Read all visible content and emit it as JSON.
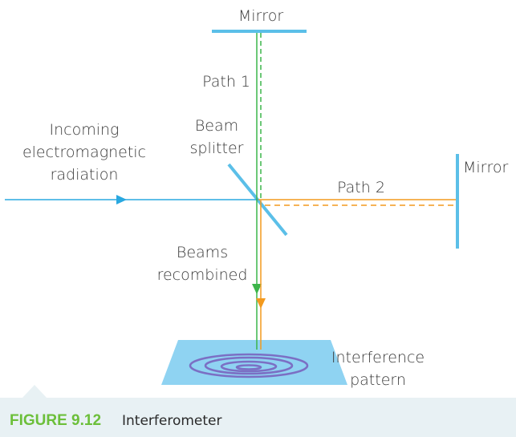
{
  "labels": {
    "mirror_top": "Mirror",
    "mirror_right": "Mirror",
    "path1": "Path 1",
    "path2": "Path 2",
    "incoming": [
      "Incoming",
      "electromagnetic",
      "radiation"
    ],
    "beam_splitter": [
      "Beam",
      "splitter"
    ],
    "beams_recombined": [
      "Beams",
      "recombined"
    ],
    "interference_pattern": [
      "Interference",
      "pattern"
    ]
  },
  "caption": {
    "number": "FIGURE 9.12",
    "title": "Interferometer"
  },
  "colors": {
    "incoming_beam": "#29a8e0",
    "path1_beam": "#3cb54a",
    "path2_beam": "#f39a1e",
    "mirror": "#5bbfe8",
    "screen": "#8fd3f2",
    "rings": "#7b6fc4",
    "caption_band": "#e8f1f4",
    "caption_number": "#6cbf3a"
  }
}
